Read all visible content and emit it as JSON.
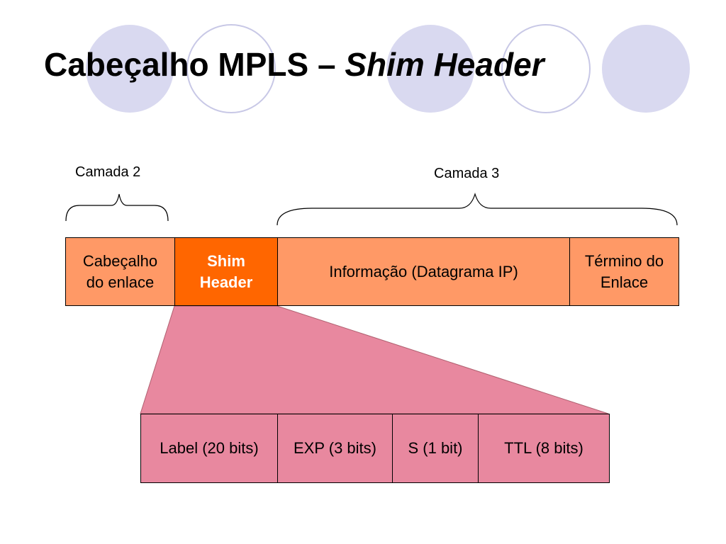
{
  "title": {
    "main": "Cabeçalho MPLS – ",
    "italic": "Shim Header"
  },
  "layers": {
    "layer2": "Camada 2",
    "layer3": "Camada 3"
  },
  "frame": {
    "link_header_line1": "Cabeçalho",
    "link_header_line2": "do enlace",
    "shim_line1": "Shim",
    "shim_line2": "Header",
    "payload": "Informação (Datagrama IP)",
    "trailer_line1": "Término do",
    "trailer_line2": "Enlace"
  },
  "fields": {
    "label": "Label (20 bits)",
    "exp": "EXP (3 bits)",
    "s": "S (1 bit)",
    "ttl": "TTL (8 bits)"
  },
  "colors": {
    "circle_fill": "#d9d9f0",
    "circle_stroke": "#c8c8e6",
    "frame_cell": "#ff9966",
    "shim_cell": "#ff6600",
    "expansion": "#e8889f"
  }
}
